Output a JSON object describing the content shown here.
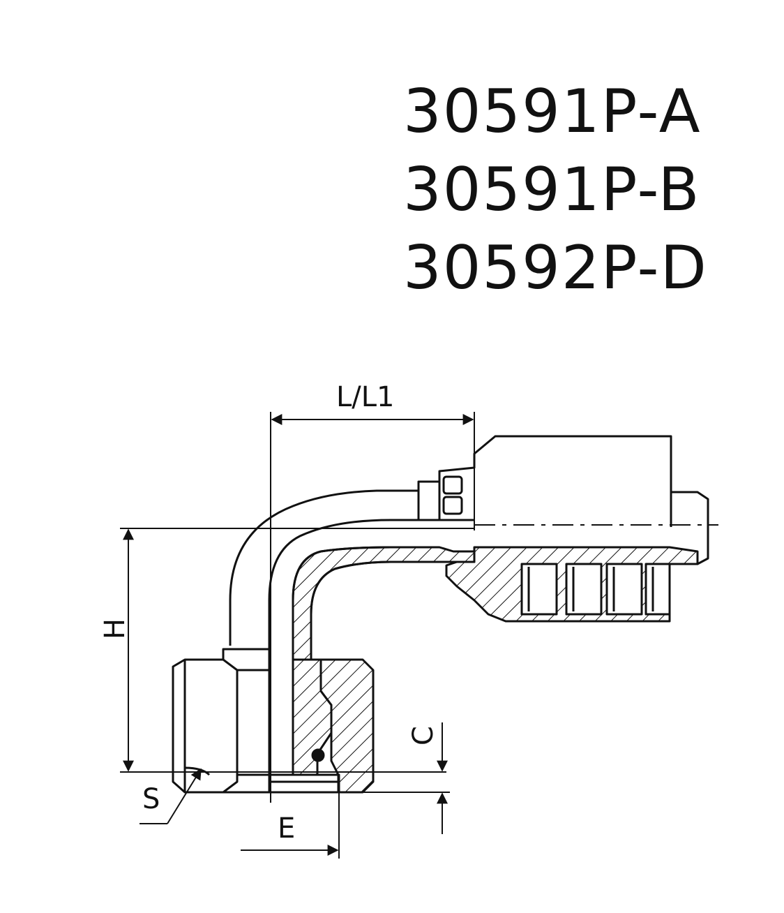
{
  "part_numbers": [
    "30591P-A",
    "30591P-B",
    "30592P-D"
  ],
  "dimension_labels": {
    "length": "L/L1",
    "height": "H",
    "c": "C",
    "s": "S",
    "e": "E"
  },
  "colors": {
    "line": "#111111",
    "background": "#ffffff"
  }
}
